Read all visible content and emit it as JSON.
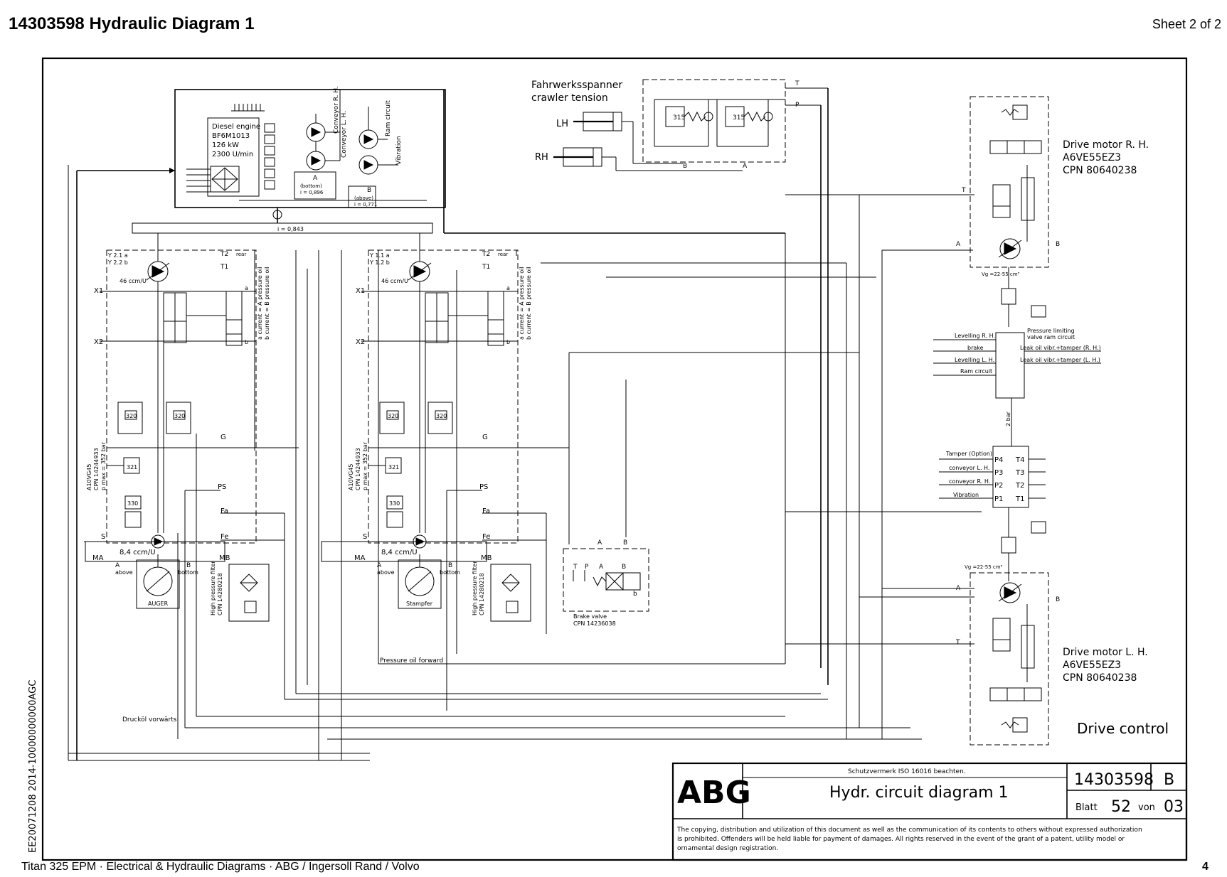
{
  "header": {
    "title": "14303598  Hydraulic Diagram 1",
    "sheet": "Sheet 2 of 2"
  },
  "footer": {
    "text": "Titan 325 EPM  ·  Electrical & Hydraulic Diagrams  ·  ABG / Ingersoll Rand / Volvo",
    "page": "4"
  },
  "engine": {
    "line1": "Diesel engine",
    "line2": "BF6M1013",
    "line3": "126 kW",
    "line4": "2300 U/min",
    "conv_rh": "Conveyor R. H.",
    "conv_lh": "Conveyor L. H.",
    "ram": "Ram circuit",
    "vib": "Vibration",
    "a": "A",
    "bottom": "(bottom)",
    "i_bottom": "i = 0,896",
    "b": "B",
    "above": "(above)",
    "i_above": "i = 0,771",
    "gear_ratio": "i = 0,843"
  },
  "crawler": {
    "title1": "Fahrwerksspanner",
    "title2": "crawler tension",
    "lh": "LH",
    "rh": "RH",
    "p315a": "315",
    "p315b": "315",
    "t": "T",
    "p": "P",
    "b": "B",
    "a": "A"
  },
  "pump_left": {
    "y1": "Y 2.1 a",
    "y2": "Y 2.2 b",
    "t2": "T2",
    "rear": "rear",
    "t1": "T1",
    "disp": "46 ccm/U",
    "x1": "X1",
    "x2": "X2",
    "a_cur": "a current = A pressure oil",
    "b_cur": "b current = B pressure oil",
    "a": "a",
    "b": "b",
    "r320a": "320",
    "r320b": "320",
    "g": "G",
    "r321": "321",
    "ps": "PS",
    "r330": "330",
    "fa": "Fa",
    "s": "S",
    "fe": "Fe",
    "ma": "MA",
    "mb": "MB",
    "disp2": "8,4 ccm/U",
    "pa": "A",
    "above": "above",
    "pb": "B",
    "bottom": "bottom",
    "motor": "AUGER",
    "type1": "A10VG45",
    "type2": "CPN 14244933",
    "type3": "p max = 352 bar",
    "filter1": "High pressure filter",
    "filter2": "CPN 14280218",
    "druck": "Drucköl vorwärts"
  },
  "pump_right": {
    "y1": "Y 1.1 a",
    "y2": "Y 1.2 b",
    "t2": "T2",
    "rear": "rear",
    "t1": "T1",
    "disp": "46 ccm/U",
    "x1": "X1",
    "x2": "X2",
    "a_cur": "a current = A pressure oil",
    "b_cur": "b current = B pressure oil",
    "a": "a",
    "b": "b",
    "r320a": "320",
    "r320b": "320",
    "g": "G",
    "r321": "321",
    "ps": "PS",
    "r330": "330",
    "fa": "Fa",
    "s": "S",
    "fe": "Fe",
    "ma": "MA",
    "mb": "MB",
    "disp2": "8,4 ccm/U",
    "pa": "A",
    "above": "above",
    "pb": "B",
    "bottom": "bottom",
    "motor": "Stampfer",
    "type1": "A10VG45",
    "type2": "CPN 14244933",
    "type3": "p max = 352 bar",
    "filter1": "High pressure filter",
    "filter2": "CPN 14280218",
    "pressure_fwd": "Pressure oil forward"
  },
  "brake": {
    "a": "A",
    "b": "B",
    "t": "T",
    "p": "P",
    "pa": "A",
    "pb": "B",
    "sb": "b",
    "name1": "Brake valve",
    "name2": "CPN 14236038"
  },
  "drive_rh": {
    "name1": "Drive motor R. H.",
    "name2": "A6VE55EZ3",
    "name3": "CPN 80640238",
    "t": "T",
    "a": "A",
    "b": "B",
    "vg": "Vg =22-55 cm³"
  },
  "drive_lh": {
    "name1": "Drive motor L. H.",
    "name2": "A6VE55EZ3",
    "name3": "CPN 80640238",
    "t": "T",
    "a": "A",
    "b": "B",
    "vg": "Vg =22-55 cm³"
  },
  "manifold": {
    "lev_rh": "Levelling R. H.",
    "brake": "brake",
    "lev_lh": "Levelling L. H.",
    "ram": "Ram circuit",
    "plim1": "Pressure limiting",
    "plim2": "valve ram circuit",
    "leak1": "Leak oil vibr.+tamper (R. H.)",
    "leak2": "Leak oil vibr.+tamper (L. H.)",
    "twobar": "2 bar",
    "tamper": "Tamper (Option)",
    "conv_lh": "conveyor L. H.",
    "conv_rh": "conveyor R. H.",
    "vib": "Vibration",
    "p4": "P4",
    "p3": "P3",
    "p2": "P2",
    "p1": "P1",
    "t4": "T4",
    "t3": "T3",
    "t2": "T2",
    "t1": "T1"
  },
  "drive_control": "Drive control",
  "titleblock": {
    "logo": "ABG",
    "notice": "Schutzvermerk ISO 16016 beachten.",
    "title": "Hydr. circuit diagram 1",
    "number": "14303598",
    "rev": "B",
    "blatt_label": "Blatt",
    "blatt": "52",
    "von_label": "von",
    "von": "03",
    "legal1": "The copying, distribution and utilization of this document as well as the communication of its contents to others without expressed authorization",
    "legal2": "is prohibited. Offenders will be held liable for payment of damages. All rights reserved in the event of the grant of a patent, utility model or",
    "legal3": "ornamental design registration."
  },
  "side_stamp": "EE20071208 2014-10000000000AGC"
}
